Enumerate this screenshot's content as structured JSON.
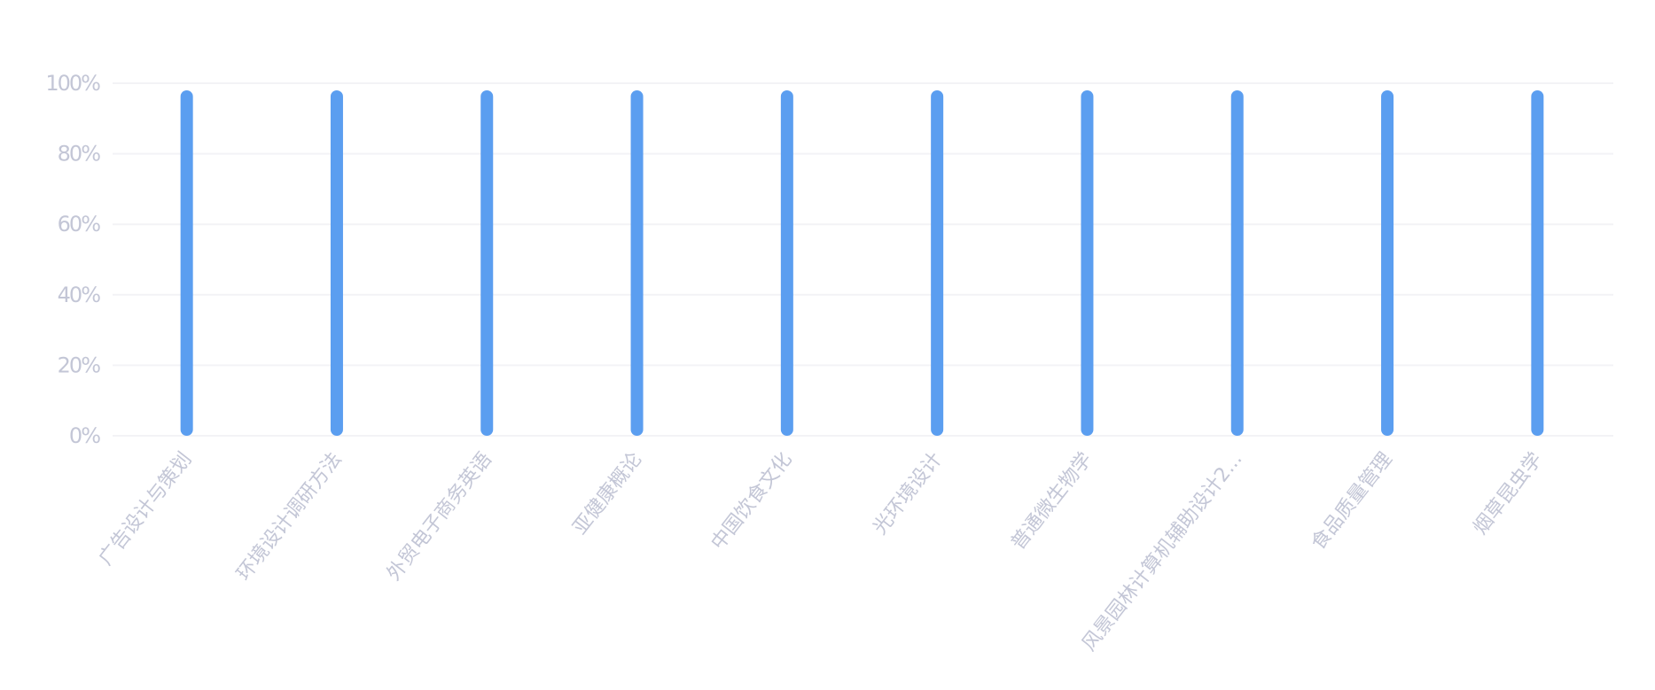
{
  "chart_data": {
    "type": "bar",
    "title": "",
    "xlabel": "",
    "ylabel": "",
    "ylim": [
      0,
      100
    ],
    "y_ticks": [
      "0%",
      "20%",
      "40%",
      "60%",
      "80%",
      "100%"
    ],
    "grid": true,
    "categories": [
      "广告设计与策划",
      "环境设计调研方法",
      "外贸电子商务英语",
      "亚健康概论",
      "中国饮食文化",
      "光环境设计",
      "普通微生物学",
      "风景园林计算机辅助设计2...",
      "食品质量管理",
      "烟草昆虫学"
    ],
    "values": [
      100,
      100,
      100,
      100,
      100,
      100,
      100,
      100,
      100,
      100
    ],
    "bar_color": "#5b9ef0"
  }
}
